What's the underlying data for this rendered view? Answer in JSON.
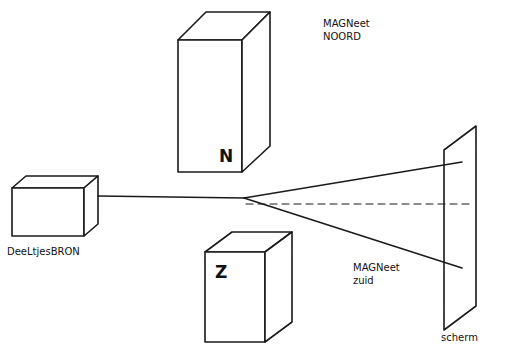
{
  "diagram": {
    "labels": [
      "MAGNeet NOORD",
      "N",
      "DeeLtjesBRON",
      "Z",
      "MAGNeet zuid",
      "scherm"
    ]
  }
}
